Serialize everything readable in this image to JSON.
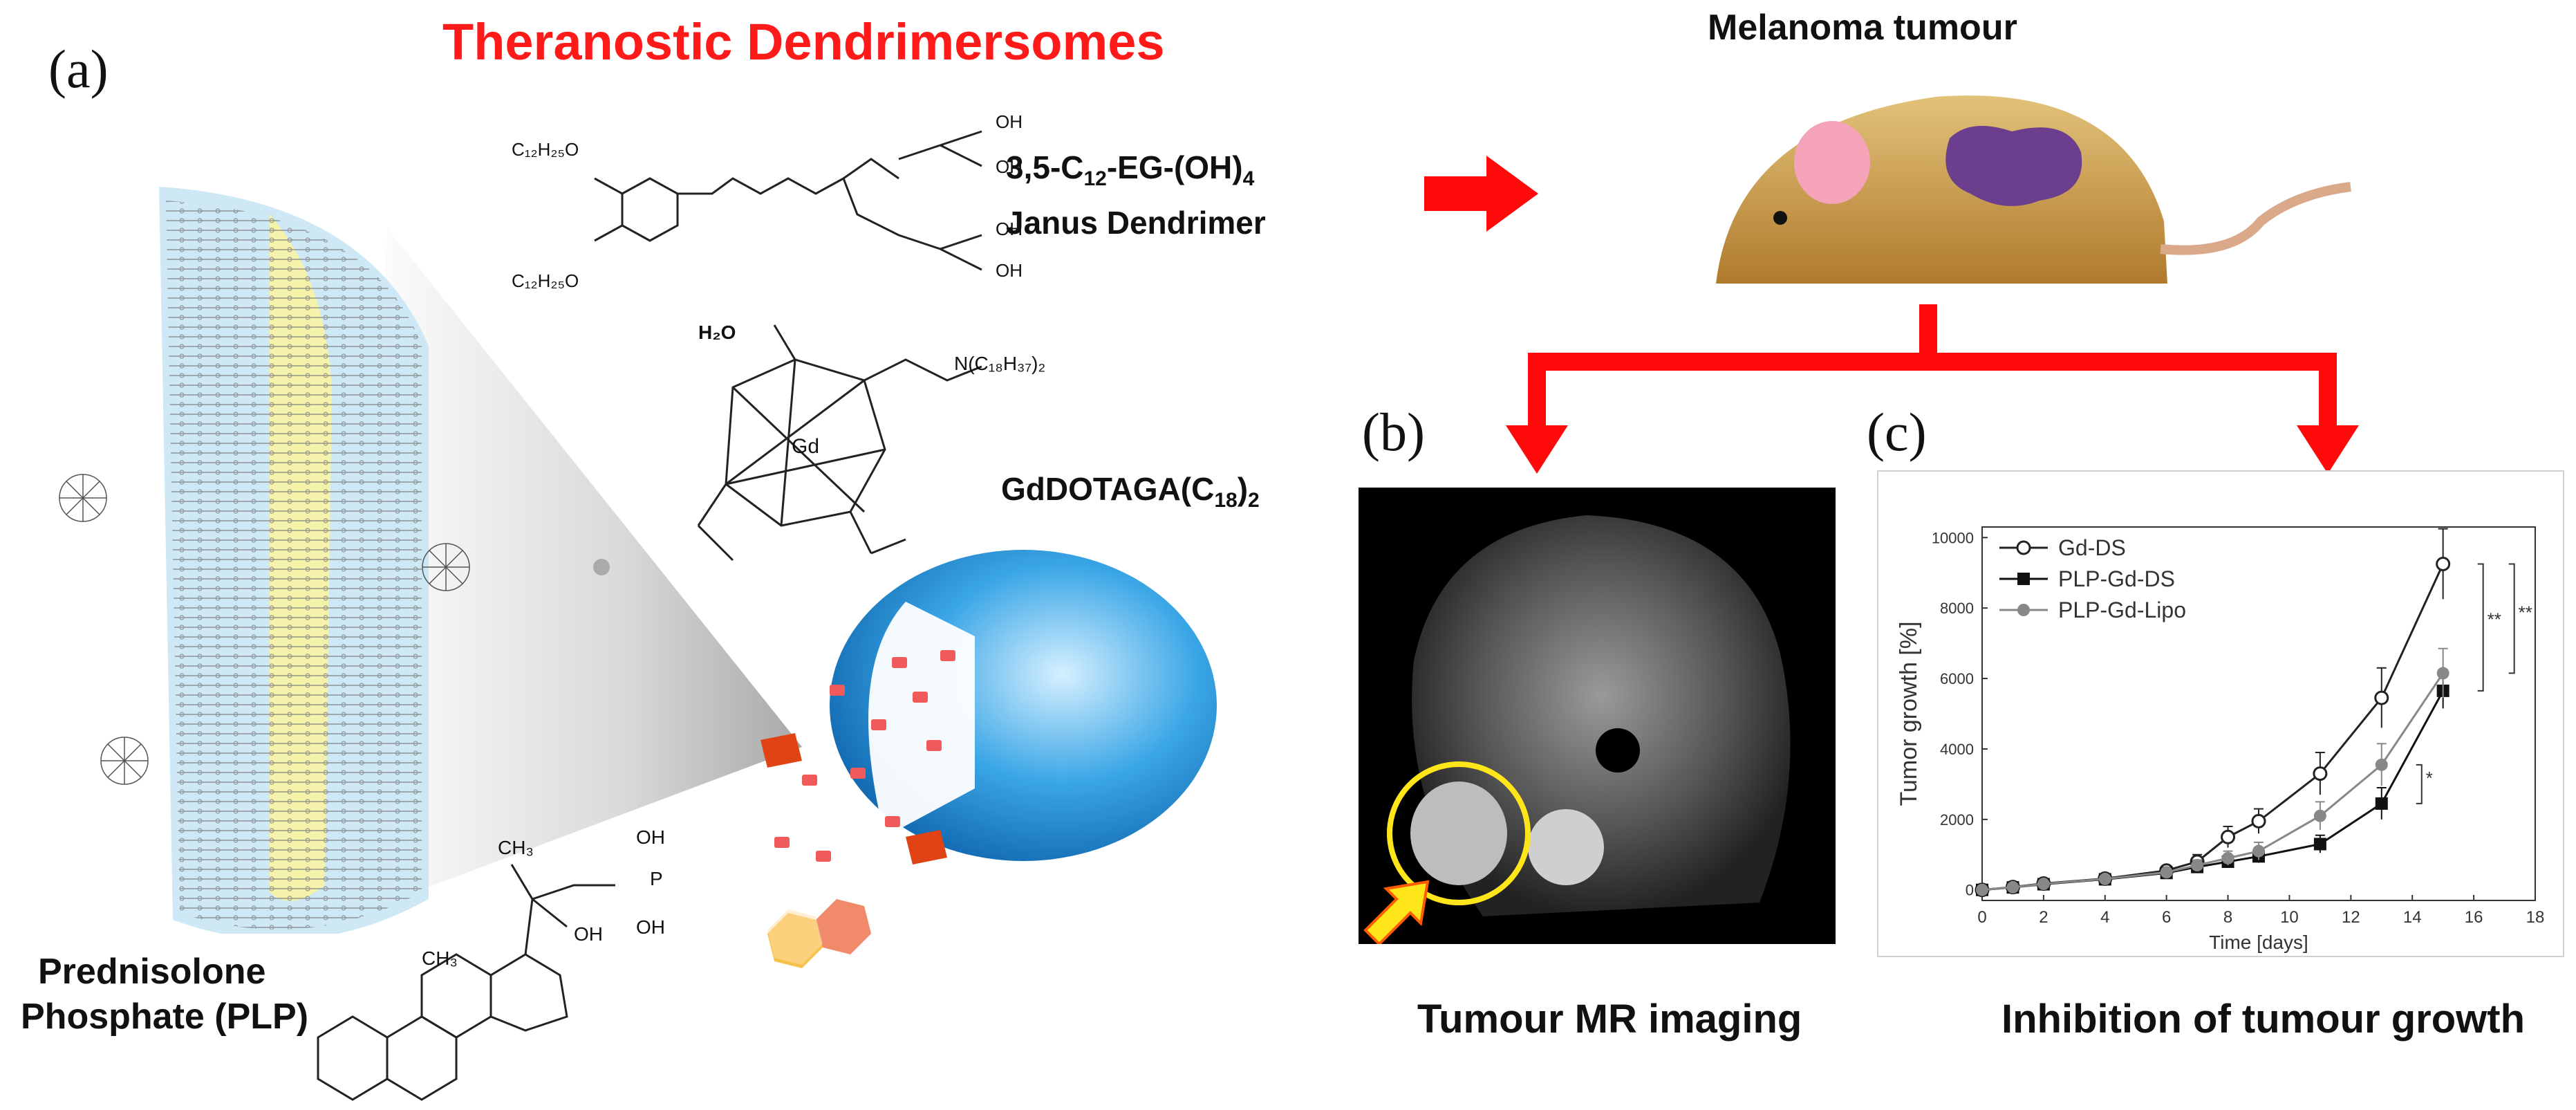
{
  "panel_a": {
    "letter": "(a)",
    "title": "Theranostic Dendrimersomes",
    "dendrimer_label_line1": "3,5-C",
    "dendrimer_label_sub": "12",
    "dendrimer_label_rest": "-EG-(OH)",
    "dendrimer_label_sub2": "4",
    "dendrimer_label_line2": "Janus Dendrimer",
    "gd_label": "GdDOTAGA(C",
    "gd_label_sub": "18",
    "gd_label_end": ")",
    "gd_label_sub2": "2",
    "plp_line1": "Prednisolone",
    "plp_line2": "Phosphate (PLP)",
    "chem_text": {
      "c12_top": "C₁₂H₂₅O",
      "c12_bottom": "C₁₂H₂₅O",
      "oh1": "OH",
      "oh2": "OH",
      "oh3": "OH",
      "oh4": "OH",
      "h2o": "H₂O",
      "n_chain": "N(C₁₈H₃₇)₂",
      "gd": "Gd",
      "ch3_a": "CH₃",
      "ch3_b": "CH₃",
      "oh_steroid": "OH",
      "p": "P",
      "oh_p1": "OH",
      "oh_p2": "OH"
    }
  },
  "tumour": {
    "title": "Melanoma tumour"
  },
  "panel_b": {
    "letter": "(b)",
    "caption": "Tumour MR imaging"
  },
  "panel_c": {
    "letter": "(c)",
    "caption": "Inhibition of tumour growth"
  },
  "chart_data": {
    "type": "line",
    "xlabel": "Time [days]",
    "ylabel": "Tumor growth [%]",
    "xlim": [
      0,
      18
    ],
    "ylim": [
      -300,
      10300
    ],
    "xticks": [
      0,
      2,
      4,
      6,
      8,
      10,
      12,
      14,
      16,
      18
    ],
    "yticks": [
      0,
      2000,
      4000,
      6000,
      8000,
      10000
    ],
    "legend_position": "top-left",
    "significance": [
      "**",
      "**",
      "*"
    ],
    "series": [
      {
        "name": "Gd-DS",
        "marker": "open-circle",
        "color": "#222222",
        "x": [
          0,
          1,
          2,
          4,
          6,
          7,
          8,
          9,
          11,
          13,
          15
        ],
        "y": [
          0,
          80,
          180,
          320,
          550,
          800,
          1500,
          1950,
          3300,
          5450,
          9250
        ],
        "err": [
          60,
          60,
          80,
          100,
          120,
          200,
          300,
          350,
          600,
          850,
          1000
        ]
      },
      {
        "name": "PLP-Gd-DS",
        "marker": "filled-square",
        "color": "#111111",
        "x": [
          0,
          1,
          2,
          4,
          6,
          7,
          8,
          9,
          11,
          13,
          15
        ],
        "y": [
          0,
          70,
          160,
          300,
          480,
          650,
          800,
          950,
          1300,
          2450,
          5650
        ],
        "err": [
          50,
          50,
          70,
          80,
          100,
          120,
          150,
          180,
          250,
          450,
          500
        ]
      },
      {
        "name": "PLP-Gd-Lipo",
        "marker": "grey-circle",
        "color": "#888888",
        "x": [
          0,
          1,
          2,
          4,
          6,
          7,
          8,
          9,
          11,
          13,
          15
        ],
        "y": [
          0,
          75,
          170,
          310,
          500,
          700,
          900,
          1100,
          2100,
          3550,
          6150
        ],
        "err": [
          50,
          60,
          70,
          90,
          110,
          150,
          200,
          250,
          400,
          600,
          700
        ]
      }
    ]
  },
  "colors": {
    "red_arrow": "#ff0a0a",
    "membrane_yellow": "#f6f0a6",
    "membrane_blue": "#bfe3f2",
    "vesicle_blue": "#1f8fd6",
    "mouse_body": "#c9a55a",
    "tumour_purple": "#6b3f8e",
    "circle_yellow": "#ffe61a"
  }
}
